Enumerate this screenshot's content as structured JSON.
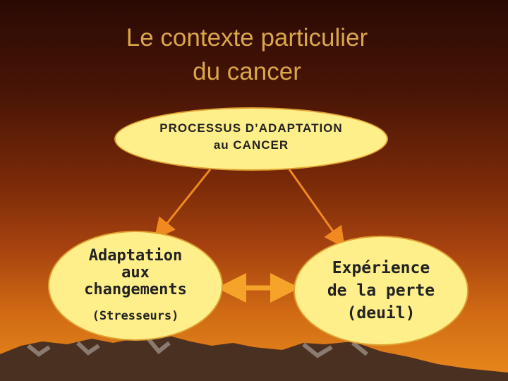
{
  "title": {
    "line1": "Le contexte particulier",
    "line2": "du cancer"
  },
  "top_node": {
    "line1": "PROCESSUS D’ADAPTATION",
    "line2": "au CANCER"
  },
  "left_node": {
    "line1": "Adaptation",
    "line2": "aux",
    "line3": "changements",
    "line4": "(Stresseurs)"
  },
  "right_node": {
    "line1": "Expérience",
    "line2": "de la perte",
    "line3": "(deuil)"
  },
  "colors": {
    "title": "#d9a64a",
    "node_fill": "#ffef8a",
    "node_border": "#e0a030",
    "arrow": "#f08a20",
    "double_arrow": "#f6a32a"
  }
}
